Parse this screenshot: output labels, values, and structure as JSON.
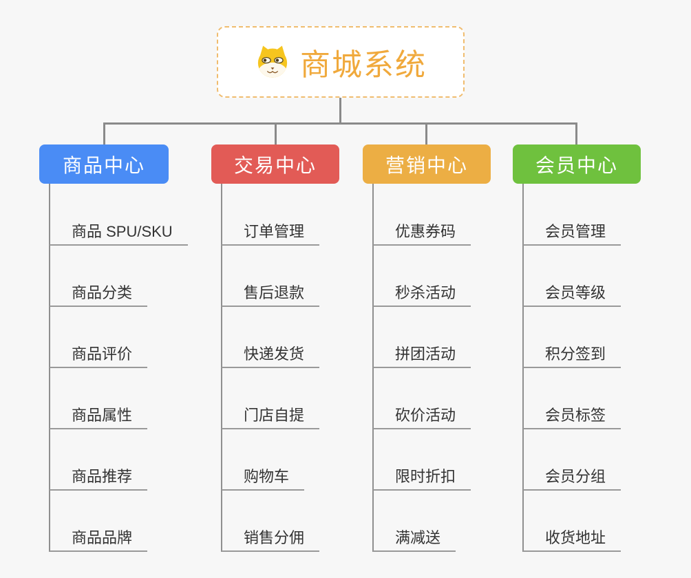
{
  "root": {
    "title": "商城系统",
    "icon": "dog-face-icon",
    "text_color": "#F0A93C",
    "border_color": "#F0BC6E"
  },
  "connector_color": "#8a8a8a",
  "branches": [
    {
      "label": "商品中心",
      "color": "#4A8CF5",
      "items": [
        "商品 SPU/SKU",
        "商品分类",
        "商品评价",
        "商品属性",
        "商品推荐",
        "商品品牌"
      ]
    },
    {
      "label": "交易中心",
      "color": "#E25B56",
      "items": [
        "订单管理",
        "售后退款",
        "快递发货",
        "门店自提",
        "购物车",
        "销售分佣"
      ]
    },
    {
      "label": "营销中心",
      "color": "#ECAE44",
      "items": [
        "优惠券码",
        "秒杀活动",
        "拼团活动",
        "砍价活动",
        "限时折扣",
        "满减送"
      ]
    },
    {
      "label": "会员中心",
      "color": "#6FC13E",
      "items": [
        "会员管理",
        "会员等级",
        "积分签到",
        "会员标签",
        "会员分组",
        "收货地址"
      ]
    }
  ]
}
